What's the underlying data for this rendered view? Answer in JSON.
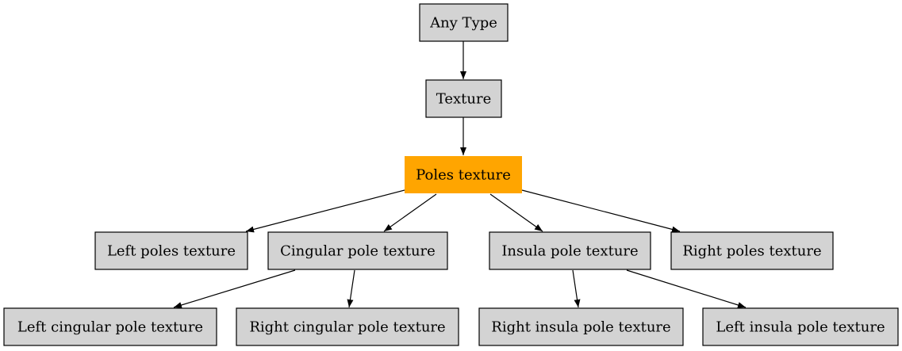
{
  "colors": {
    "node_fill": "#d3d3d3",
    "highlight_fill": "#ffa500",
    "stroke": "#000000",
    "background": "#ffffff"
  },
  "nodes": [
    {
      "id": "any-type",
      "label": "Any Type",
      "highlight": false
    },
    {
      "id": "texture",
      "label": "Texture",
      "highlight": false
    },
    {
      "id": "poles-texture",
      "label": "Poles texture",
      "highlight": true
    },
    {
      "id": "left-poles-texture",
      "label": "Left poles texture",
      "highlight": false
    },
    {
      "id": "cingular-pole-texture",
      "label": "Cingular pole texture",
      "highlight": false
    },
    {
      "id": "insula-pole-texture",
      "label": "Insula pole texture",
      "highlight": false
    },
    {
      "id": "right-poles-texture",
      "label": "Right poles texture",
      "highlight": false
    },
    {
      "id": "left-cingular-pole-texture",
      "label": "Left cingular pole texture",
      "highlight": false
    },
    {
      "id": "right-cingular-pole-texture",
      "label": "Right cingular pole texture",
      "highlight": false
    },
    {
      "id": "right-insula-pole-texture",
      "label": "Right insula pole texture",
      "highlight": false
    },
    {
      "id": "left-insula-pole-texture",
      "label": "Left insula pole texture",
      "highlight": false
    }
  ],
  "edges": [
    {
      "from": "any-type",
      "to": "texture"
    },
    {
      "from": "texture",
      "to": "poles-texture"
    },
    {
      "from": "poles-texture",
      "to": "left-poles-texture"
    },
    {
      "from": "poles-texture",
      "to": "cingular-pole-texture"
    },
    {
      "from": "poles-texture",
      "to": "insula-pole-texture"
    },
    {
      "from": "poles-texture",
      "to": "right-poles-texture"
    },
    {
      "from": "cingular-pole-texture",
      "to": "left-cingular-pole-texture"
    },
    {
      "from": "cingular-pole-texture",
      "to": "right-cingular-pole-texture"
    },
    {
      "from": "insula-pole-texture",
      "to": "right-insula-pole-texture"
    },
    {
      "from": "insula-pole-texture",
      "to": "left-insula-pole-texture"
    }
  ]
}
